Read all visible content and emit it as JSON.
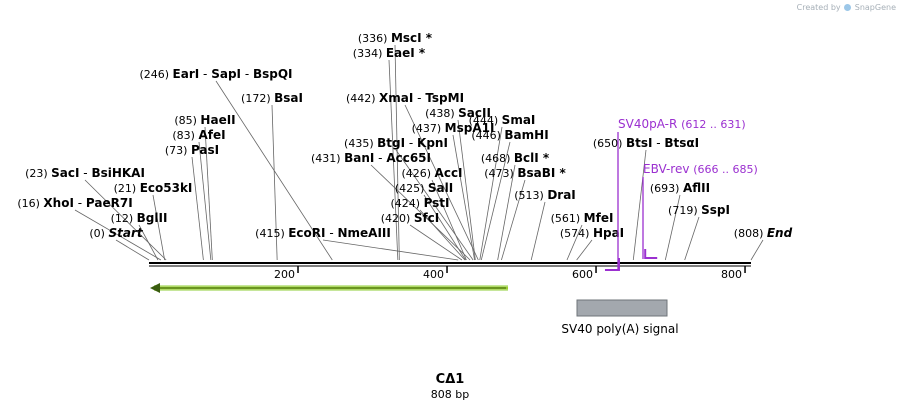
{
  "watermark": {
    "prefix": "Created by",
    "brand": "SnapGene"
  },
  "map": {
    "name": "CΔ1",
    "length_label": "808 bp",
    "length_bp": 808,
    "ticks": [
      200,
      400,
      600,
      800
    ],
    "enzymes": [
      {
        "pos": "(336)",
        "name": "MscI *",
        "bp": 336
      },
      {
        "pos": "(334)",
        "name": "EaeI *",
        "bp": 334
      },
      {
        "pos": "(246)",
        "name": "EarI",
        "extra": [
          "SapI",
          "BspQI"
        ],
        "bp": 246
      },
      {
        "pos": "(172)",
        "name": "BsaI",
        "bp": 172
      },
      {
        "pos": "(442)",
        "name": "XmaI",
        "extra": [
          "TspMI"
        ],
        "bp": 442
      },
      {
        "pos": "(438)",
        "name": "SacII",
        "bp": 438
      },
      {
        "pos": "(437)",
        "name": "MspA1I",
        "bp": 437
      },
      {
        "pos": "(435)",
        "name": "BtgI",
        "extra": [
          "KpnI"
        ],
        "bp": 435
      },
      {
        "pos": "(431)",
        "name": "BanI",
        "extra": [
          "Acc65I"
        ],
        "bp": 431
      },
      {
        "pos": "(426)",
        "name": "AccI",
        "bp": 426
      },
      {
        "pos": "(425)",
        "name": "SalI",
        "bp": 425
      },
      {
        "pos": "(424)",
        "name": "PstI",
        "bp": 424
      },
      {
        "pos": "(420)",
        "name": "SfcI",
        "bp": 420
      },
      {
        "pos": "(415)",
        "name": "EcoRI",
        "extra": [
          "NmeAIII"
        ],
        "bp": 415
      },
      {
        "pos": "(85)",
        "name": "HaeII",
        "bp": 85
      },
      {
        "pos": "(83)",
        "name": "AfeI",
        "bp": 83
      },
      {
        "pos": "(73)",
        "name": "PasI",
        "bp": 73
      },
      {
        "pos": "(23)",
        "name": "SacI",
        "extra": [
          "BsiHKAI"
        ],
        "bp": 23
      },
      {
        "pos": "(21)",
        "name": "Eco53kI",
        "bp": 21
      },
      {
        "pos": "(16)",
        "name": "XhoI",
        "extra": [
          "PaeR7I"
        ],
        "bp": 16
      },
      {
        "pos": "(12)",
        "name": "BglII",
        "bp": 12
      },
      {
        "pos": "(0)",
        "name": "Start",
        "bp": 0,
        "italic": true
      },
      {
        "pos": "(444)",
        "name": "SmaI",
        "bp": 444
      },
      {
        "pos": "(446)",
        "name": "BamHI",
        "bp": 446
      },
      {
        "pos": "(468)",
        "name": "BclI *",
        "bp": 468
      },
      {
        "pos": "(473)",
        "name": "BsaBI *",
        "bp": 473
      },
      {
        "pos": "(513)",
        "name": "DraI",
        "bp": 513
      },
      {
        "pos": "(561)",
        "name": "MfeI",
        "bp": 561
      },
      {
        "pos": "(574)",
        "name": "HpaI",
        "bp": 574
      },
      {
        "pos": "(650)",
        "name": "BtsI",
        "extra": [
          "BtsαI"
        ],
        "bp": 650
      },
      {
        "pos": "(693)",
        "name": "AflII",
        "bp": 693
      },
      {
        "pos": "(719)",
        "name": "SspI",
        "bp": 719
      },
      {
        "pos": "(808)",
        "name": "End",
        "bp": 808,
        "italic": true
      }
    ],
    "primers": [
      {
        "name": "SV40pA-R",
        "range": "(612 .. 631)",
        "color": "#9b30d0"
      },
      {
        "name": "EBV-rev",
        "range": "(666 .. 685)",
        "color": "#9b30d0"
      }
    ],
    "features": [
      {
        "name": "SV40 poly(A) signal",
        "color": "#a3a8ae"
      }
    ],
    "orf_arrow_color": "#9acd32"
  }
}
